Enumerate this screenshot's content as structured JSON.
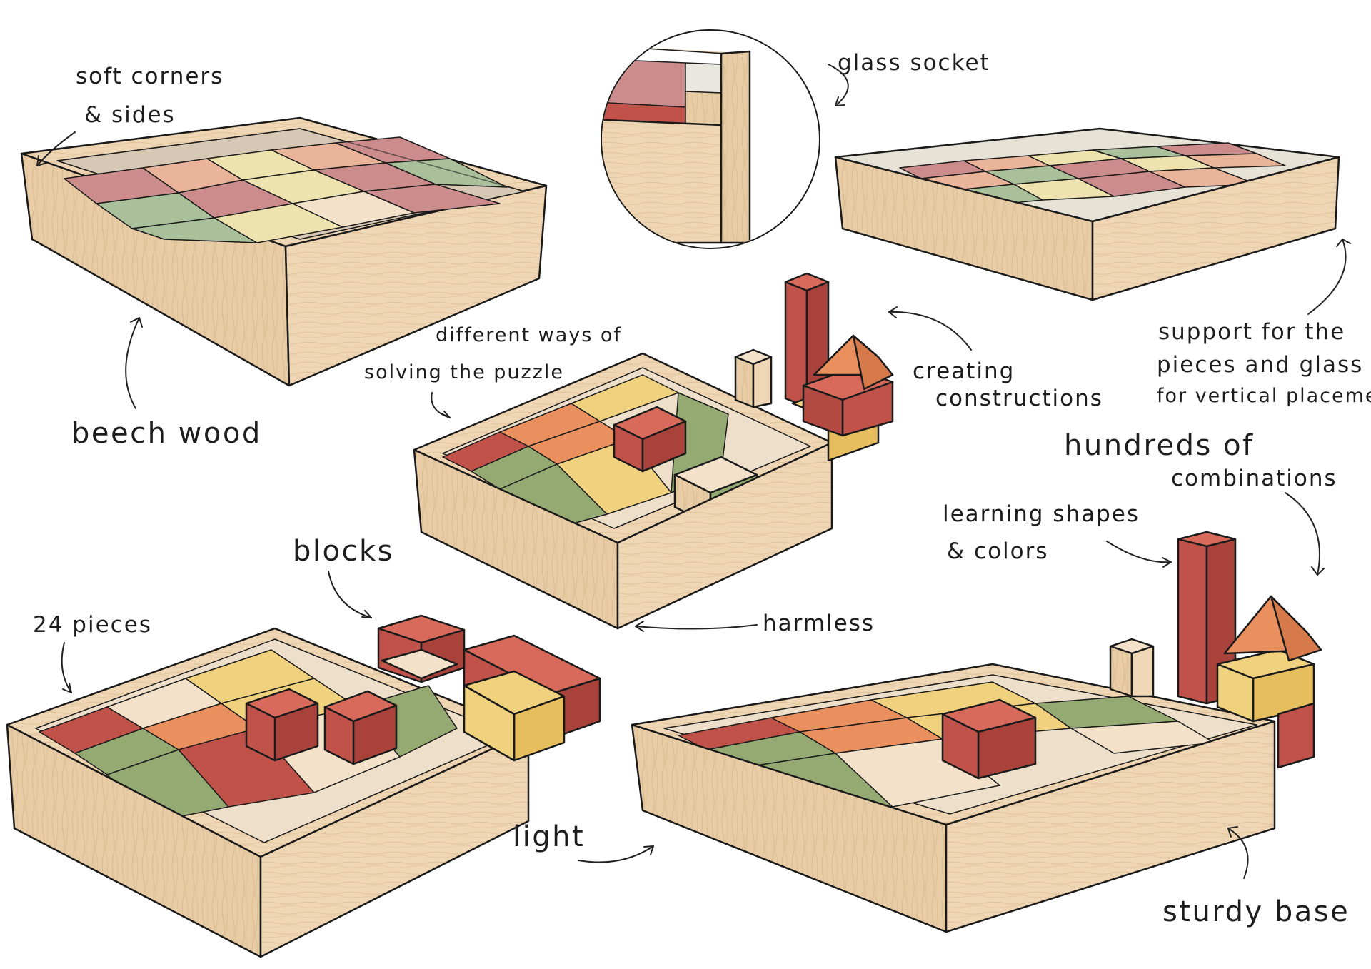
{
  "annotations": {
    "soft_corners_1": "soft corners",
    "soft_corners_2": "& sides",
    "beech_wood": "beech wood",
    "glass_socket": "glass socket",
    "support_1": "support for the",
    "support_2": "pieces and glass",
    "support_3": "for vertical placement",
    "different_ways_1": "different ways of",
    "different_ways_2": "solving the puzzle",
    "creating_1": "creating",
    "creating_2": "constructions",
    "hundreds_1": "hundreds of",
    "hundreds_2": "combinations",
    "learning_1": "learning shapes",
    "learning_2": "& colors",
    "blocks": "blocks",
    "pieces": "24 pieces",
    "harmless": "harmless",
    "light": "light",
    "sturdy_base": "sturdy base"
  },
  "palette": {
    "wood": "#efd6b4",
    "wood_dark": "#e2c49b",
    "red": "#c0524a",
    "orange": "#ea8f5e",
    "yellow": "#f0d27e",
    "green": "#94aa72",
    "pale_red": "#cc8c8c",
    "pale_orange": "#eab49a",
    "pale_yellow": "#eee2ae",
    "pale_green": "#a9c09a",
    "pale_wood": "#f3e2c9"
  }
}
